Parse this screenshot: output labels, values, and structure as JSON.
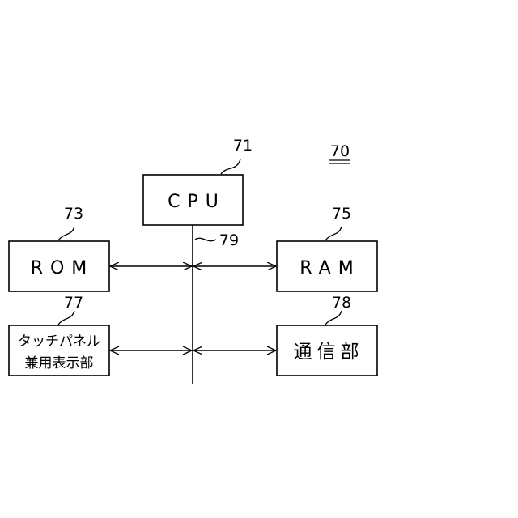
{
  "diagram_ref": "70",
  "blocks": {
    "cpu": {
      "ref": "71",
      "label": "CPU"
    },
    "rom": {
      "ref": "73",
      "label": "ROM"
    },
    "ram": {
      "ref": "75",
      "label": "RAM"
    },
    "panel": {
      "ref": "77",
      "label_line1": "タッチパネル",
      "label_line2": "兼用表示部"
    },
    "comm": {
      "ref": "78",
      "label": "通信部"
    }
  },
  "bus": {
    "ref": "79"
  },
  "colors": {
    "stroke": "#000000",
    "background": "#ffffff"
  }
}
